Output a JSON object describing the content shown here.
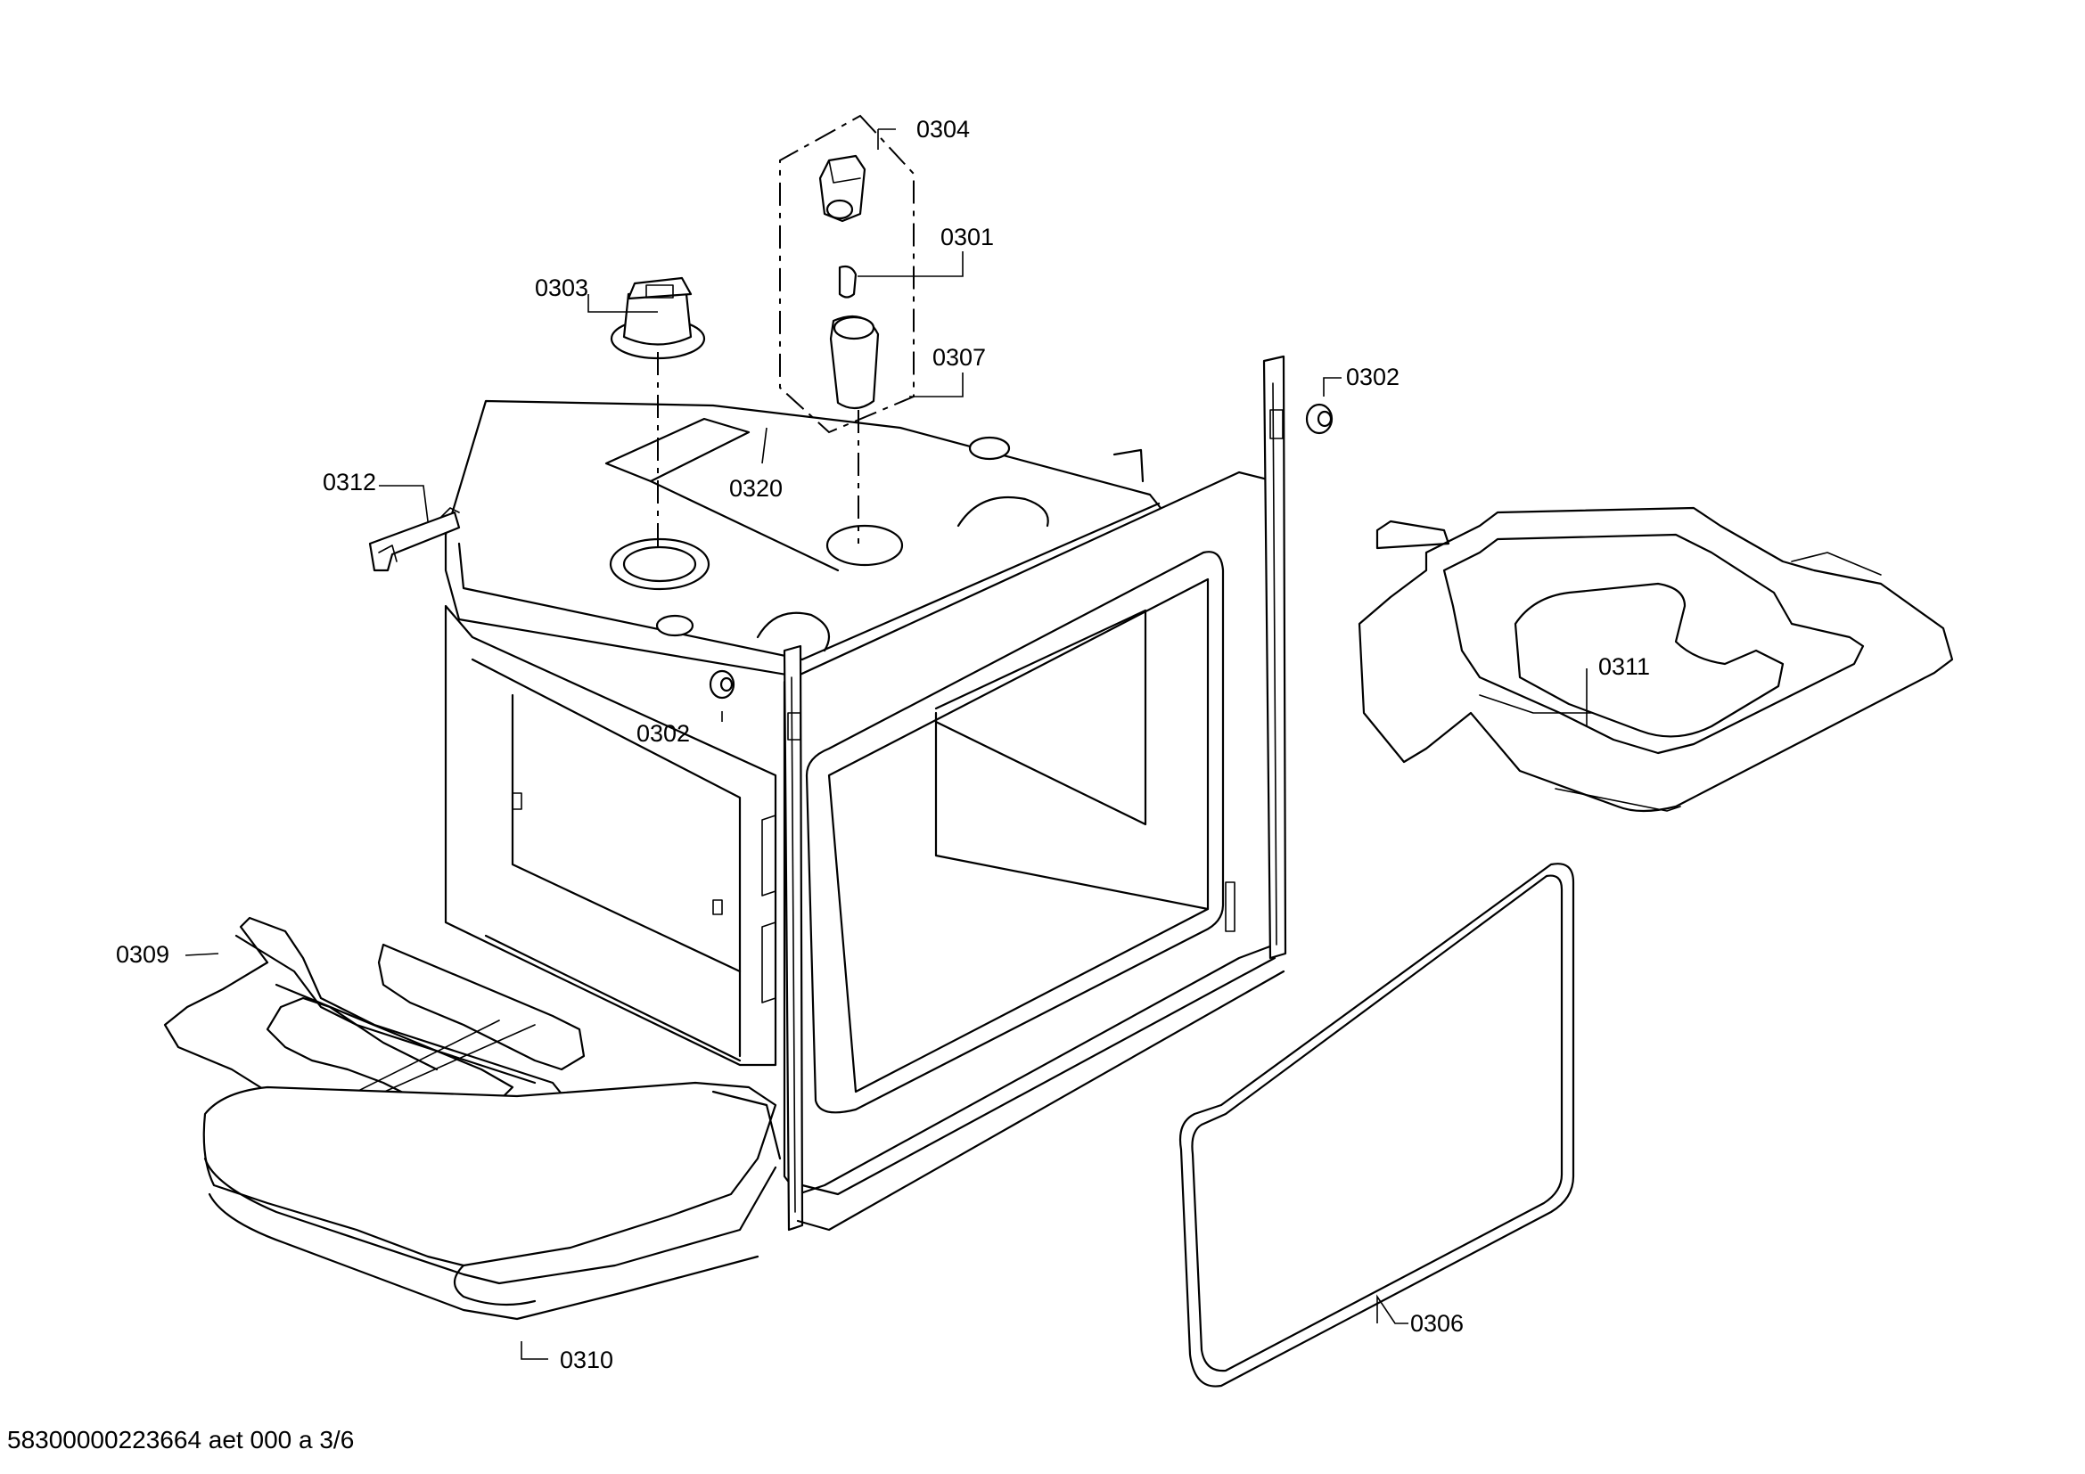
{
  "diagram": {
    "part_labels": [
      {
        "id": "p0304",
        "text": "0304"
      },
      {
        "id": "p0301",
        "text": "0301"
      },
      {
        "id": "p0303",
        "text": "0303"
      },
      {
        "id": "p0307",
        "text": "0307"
      },
      {
        "id": "p0302a",
        "text": "0302"
      },
      {
        "id": "p0312",
        "text": "0312"
      },
      {
        "id": "p0320",
        "text": "0320"
      },
      {
        "id": "p0311",
        "text": "0311"
      },
      {
        "id": "p0302b",
        "text": "0302"
      },
      {
        "id": "p0309",
        "text": "0309"
      },
      {
        "id": "p0306",
        "text": "0306"
      },
      {
        "id": "p0310",
        "text": "0310"
      }
    ],
    "footer": "58300000223664 aet 000 a 3/6"
  }
}
